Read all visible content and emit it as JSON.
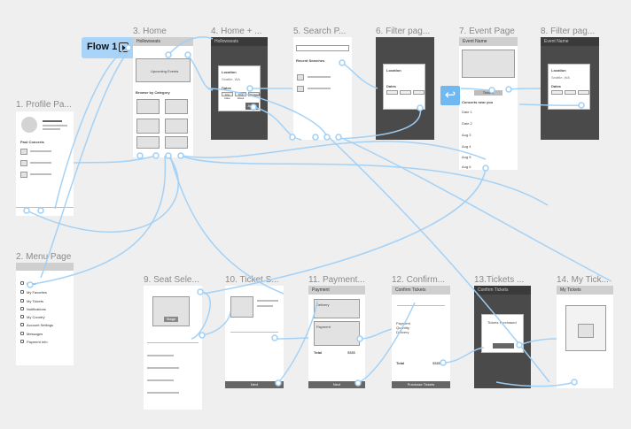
{
  "flow": {
    "label": "Flow 1",
    "icon": "play-frame-icon"
  },
  "frames": {
    "profile": {
      "title": "1. Profile Pa...",
      "past_concerts": "Past Concerts"
    },
    "home": {
      "title": "3. Home",
      "header": "Hollowseats",
      "banner": "Upcoming Events",
      "browse": "Browse by Category"
    },
    "home_filter": {
      "title": "4. Home + ...",
      "header": "Hollowseats",
      "location": "Location",
      "location_value": "Seattle, WA",
      "dates": "Dates",
      "chips": [
        "Any Date",
        "This Week",
        "Weekend"
      ],
      "apply": "Apply"
    },
    "search": {
      "title": "5. Search P...",
      "recent": "Recent Searches"
    },
    "filter1": {
      "title": "6. Filter pag...",
      "location": "Location",
      "dates": "Dates"
    },
    "event": {
      "title": "7. Event Page",
      "header": "Event Name",
      "tickets_btn": "Tickets",
      "concerts": "Concerts near you",
      "rows": [
        "Date 1",
        "Date 2",
        "Aug 3",
        "Aug 4",
        "Aug 5",
        "Aug 6"
      ]
    },
    "filter2": {
      "title": "8. Filter pag...",
      "header": "Event Name",
      "location": "Location",
      "location_value": "Seattle, WA",
      "dates": "Dates"
    },
    "menu": {
      "title": "2. Menu Page",
      "items": [
        "Home",
        "My Favorites",
        "My Tickets",
        "Notifications",
        "My Country",
        "Account Settings",
        "Messages",
        "Payment Info"
      ]
    },
    "seat": {
      "title": "9. Seat Sele...",
      "stage": "Stage"
    },
    "ticket": {
      "title": "10. Ticket S...",
      "next": "Next"
    },
    "payment": {
      "title": "11. Payment...",
      "header": "Payment",
      "delivery": "Delivery",
      "payment": "Payment",
      "total": "Total",
      "total_value": "$$$$",
      "next": "Next"
    },
    "confirm": {
      "title": "12. Confirm...",
      "header": "Confirm Tickets",
      "payment": "Payment",
      "quantity": "Quantity",
      "delivery": "Delivery",
      "total": "Total",
      "total_value": "$$$$",
      "purchase": "Purchase Tickets"
    },
    "tickets_purchased": {
      "title": "13.Tickets ...",
      "header": "Confirm Tickets",
      "message": "Tickets Purchased"
    },
    "my_tickets": {
      "title": "14. My Tick...",
      "header": "My Tickets"
    }
  }
}
